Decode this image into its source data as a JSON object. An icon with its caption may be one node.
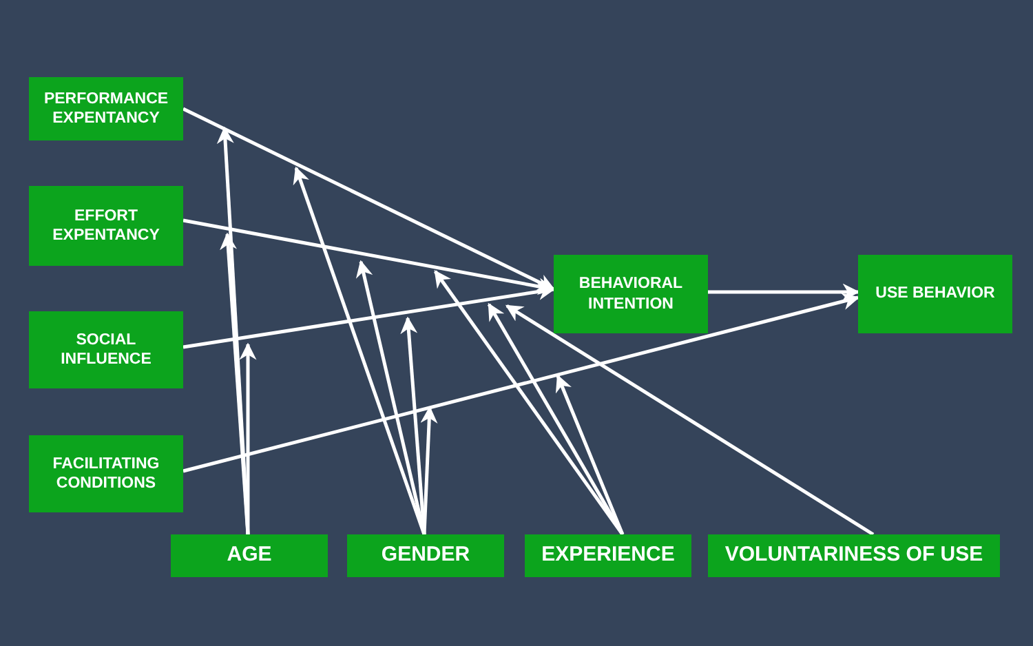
{
  "diagram": {
    "nodes": [
      {
        "text": [
          "PERFORMANCE EXPENTANCY"
        ]
      },
      {
        "text": [
          "EFFORT EXPENTANCY"
        ]
      },
      {
        "text": [
          "SOCIAL INFLUENCE"
        ]
      },
      {
        "text": [
          "FACILITATING CONDITIONS"
        ]
      },
      {
        "text": [
          "BEHAVIORAL INTENTION"
        ]
      },
      {
        "text": [
          "USE BEHAVIOR"
        ]
      },
      {
        "text": [
          "AGE"
        ]
      },
      {
        "text": [
          "GENDER"
        ]
      },
      {
        "text": [
          "EXPERIENCE"
        ]
      },
      {
        "text": [
          "VOLUNTARINESS OF USE"
        ]
      }
    ],
    "edges": [
      {
        "from": 0,
        "to": 4,
        "arrow": "to"
      },
      {
        "from": 1,
        "to": 4,
        "arrow": "to"
      },
      {
        "from": 2,
        "to": 4,
        "arrow": "to"
      },
      {
        "from": 3,
        "to": 5,
        "arrow": "to"
      },
      {
        "from": 4,
        "to": 5,
        "arrow": "to"
      },
      {
        "from": 6,
        "to": null,
        "arrow": "to"
      },
      {
        "from": 6,
        "to": null,
        "arrow": "to"
      },
      {
        "from": 6,
        "to": null,
        "arrow": "to"
      },
      {
        "from": 7,
        "to": null,
        "arrow": "to"
      },
      {
        "from": 7,
        "to": null,
        "arrow": "to"
      },
      {
        "from": 7,
        "to": null,
        "arrow": "to"
      },
      {
        "from": 7,
        "to": null,
        "arrow": "to"
      },
      {
        "from": 8,
        "to": null,
        "arrow": "to"
      },
      {
        "from": 8,
        "to": null,
        "arrow": "to"
      },
      {
        "from": 8,
        "to": null,
        "arrow": "to"
      },
      {
        "from": 9,
        "to": null,
        "arrow": "to"
      }
    ]
  }
}
